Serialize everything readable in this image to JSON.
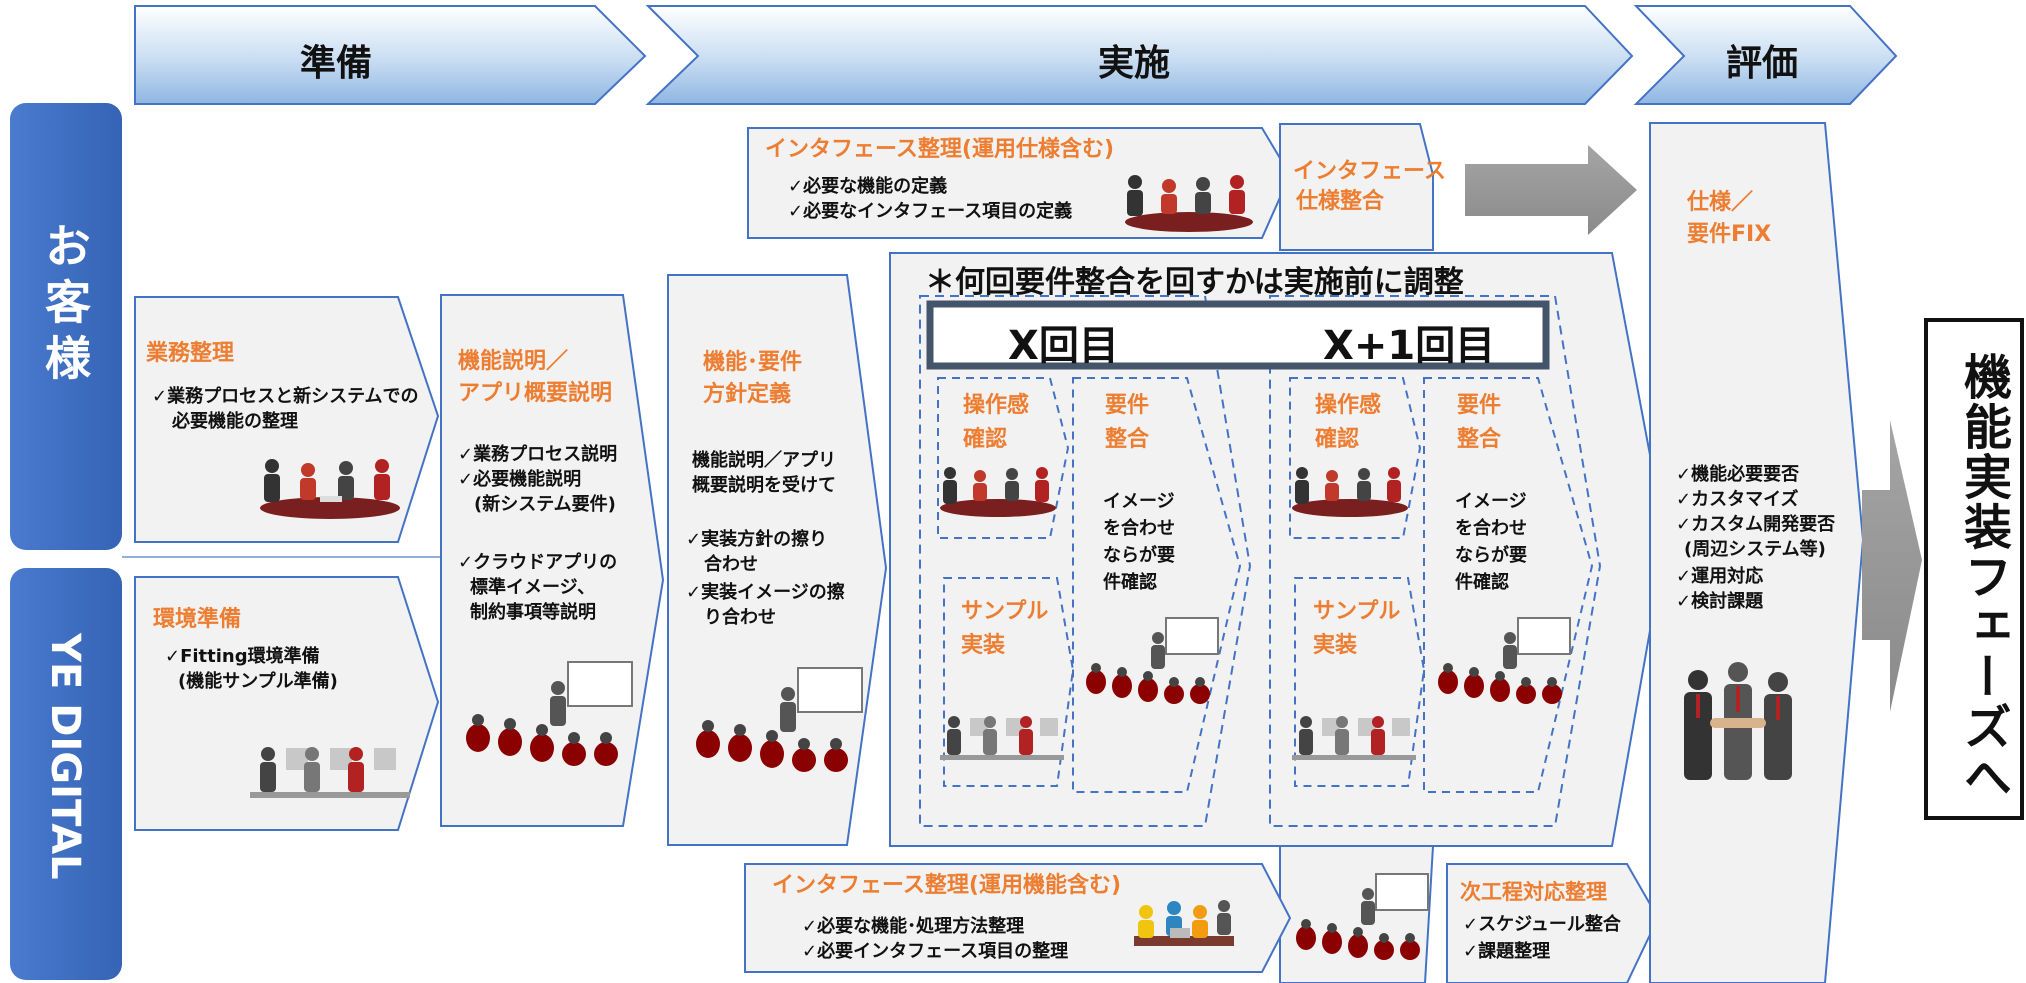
{
  "phases": [
    "準備",
    "実施",
    "評価"
  ],
  "sides": {
    "customer": "お客様",
    "vendor": "YE DIGITAL"
  },
  "prep": {
    "business": {
      "title": "業務整理",
      "items": [
        "✓業務プロセスと新システムでの",
        "必要機能の整理"
      ]
    },
    "env": {
      "title": "環境準備",
      "items": [
        "✓Fitting環境準備",
        "(機能サンプル準備)"
      ]
    },
    "explain": {
      "title": [
        "機能説明／",
        "アプリ概要説明"
      ],
      "items": [
        "✓業務プロセス説明",
        "✓必要機能説明",
        "(新システム要件)",
        "✓クラウドアプリの",
        "標準イメージ、",
        "制約事項等説明"
      ]
    }
  },
  "exec": {
    "policy": {
      "title": [
        "機能･要件",
        "方針定義"
      ],
      "lead": [
        "機能説明／アプリ",
        "概要説明を受けて"
      ],
      "items": [
        "✓実装方針の擦り",
        "合わせ",
        "✓実装イメージの擦",
        "り合わせ"
      ]
    },
    "if_top": {
      "title": "インタフェース整理(運用仕様含む)",
      "items": [
        "✓必要な機能の定義",
        "✓必要なインタフェース項目の定義"
      ]
    },
    "if_align": [
      "インタフェース",
      "仕様整合"
    ],
    "note": "＊何回要件整合を回すかは実施前に調整",
    "rounds": [
      {
        "label": "X回目",
        "op": [
          "操作感",
          "確認"
        ],
        "req": [
          "要件",
          "整合"
        ],
        "sample": [
          "サンプル",
          "実装"
        ],
        "req_text": [
          "イメージ",
          "を合わせ",
          "ならが要",
          "件確認"
        ]
      },
      {
        "label": "X+1回目",
        "op": [
          "操作感",
          "確認"
        ],
        "req": [
          "要件",
          "整合"
        ],
        "sample": [
          "サンプル",
          "実装"
        ],
        "req_text": [
          "イメージ",
          "を合わせ",
          "ならが要",
          "件確認"
        ]
      }
    ],
    "if_bottom": {
      "title": "インタフェース整理(運用機能含む)",
      "items": [
        "✓必要な機能･処理方法整理",
        "✓必要インタフェース項目の整理"
      ]
    }
  },
  "eval": {
    "fix": [
      "仕様／",
      "要件FIX"
    ],
    "items": [
      "✓機能必要要否",
      "✓カスタマイズ",
      "✓カスタム開発要否",
      "(周辺システム等)",
      "✓運用対応",
      "✓検討課題"
    ],
    "next": {
      "title": "次工程対応整理",
      "items": [
        "✓スケジュール整合",
        "✓課題整理"
      ]
    }
  },
  "final": "機能実装フェーズへ",
  "colors": {
    "accent": "#ed7d31",
    "side_blue": "#4472c4",
    "dash_blue": "#4472c4",
    "box_border": "#2f5597"
  }
}
